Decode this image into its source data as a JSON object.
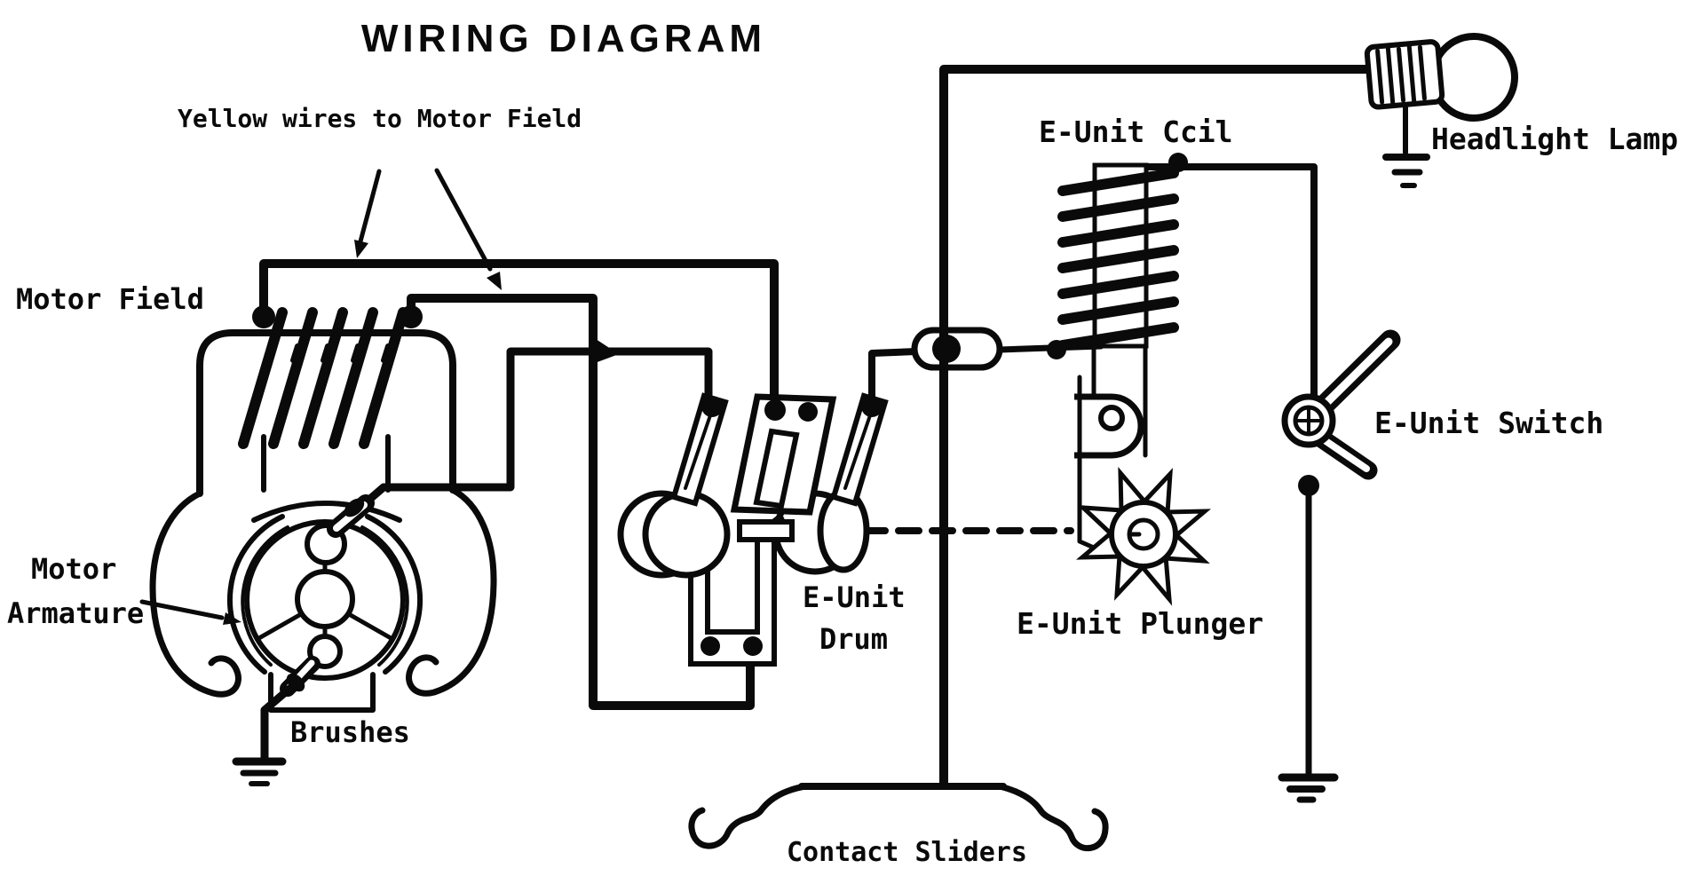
{
  "page": {
    "background": "#ffffff",
    "ink": "#0a0a0a"
  },
  "diagram": {
    "title": "WIRING DIAGRAM",
    "labels": {
      "yellow_wires": "Yellow wires to Motor Field",
      "motor_field": "Motor Field",
      "motor_armature_line1": "Motor",
      "motor_armature_line2": "Armature",
      "brushes": "Brushes",
      "e_unit_drum_line1": "E-Unit",
      "e_unit_drum_line2": "Drum",
      "e_unit_coil": "E-Unit Ccil",
      "headlight_lamp": "Headlight Lamp",
      "e_unit_switch": "E-Unit Switch",
      "e_unit_plunger": "E-Unit Plunger",
      "contact_sliders": "Contact Sliders"
    },
    "components": [
      "motor-field-winding",
      "motor-armature",
      "brushes",
      "ground-symbol",
      "e-unit-drum",
      "e-unit-coil",
      "e-unit-plunger",
      "e-unit-switch",
      "headlight-lamp",
      "contact-sliders",
      "pickup-junction"
    ]
  }
}
